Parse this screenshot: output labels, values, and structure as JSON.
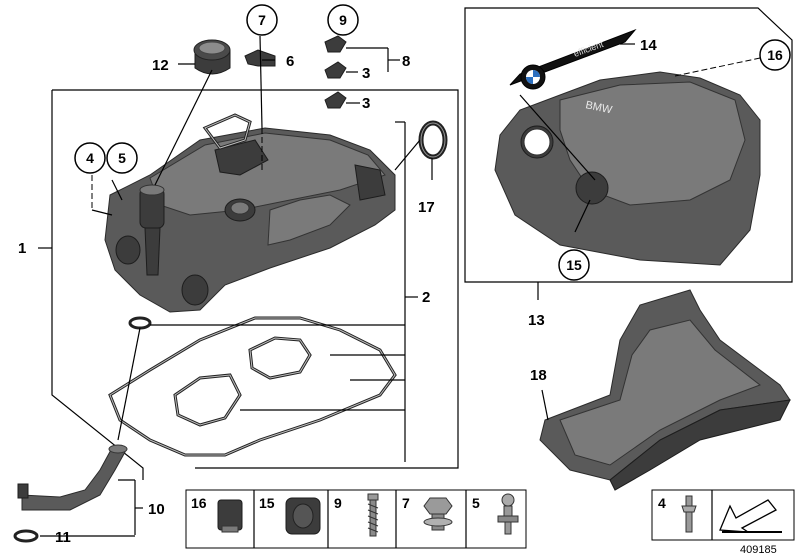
{
  "callouts": {
    "n1": "1",
    "n2": "2",
    "n3a": "3",
    "n3b": "3",
    "n4": "4",
    "n5": "5",
    "n6": "6",
    "n7": "7",
    "n8": "8",
    "n9": "9",
    "n10": "10",
    "n11": "11",
    "n12": "12",
    "n13": "13",
    "n14": "14",
    "n15": "15",
    "n16": "16",
    "n17": "17",
    "n18": "18"
  },
  "legend_strip": {
    "items": [
      {
        "label": "16",
        "part": "rubber-grommet"
      },
      {
        "label": "15",
        "part": "rubber-mount"
      },
      {
        "label": "9",
        "part": "screw"
      },
      {
        "label": "7",
        "part": "hex-bolt"
      },
      {
        "label": "5",
        "part": "ball-stud"
      }
    ],
    "right_item": {
      "label": "4",
      "part": "stud-bolt"
    }
  },
  "cover_text": "BMW",
  "emblem_text": "BMW",
  "strip_text": "efficient",
  "diagram_id": "409185",
  "colors": {
    "part": "#5a5a5a",
    "part_dark": "#3c3c3c",
    "part_light": "#7a7a7a",
    "line": "#000000"
  }
}
